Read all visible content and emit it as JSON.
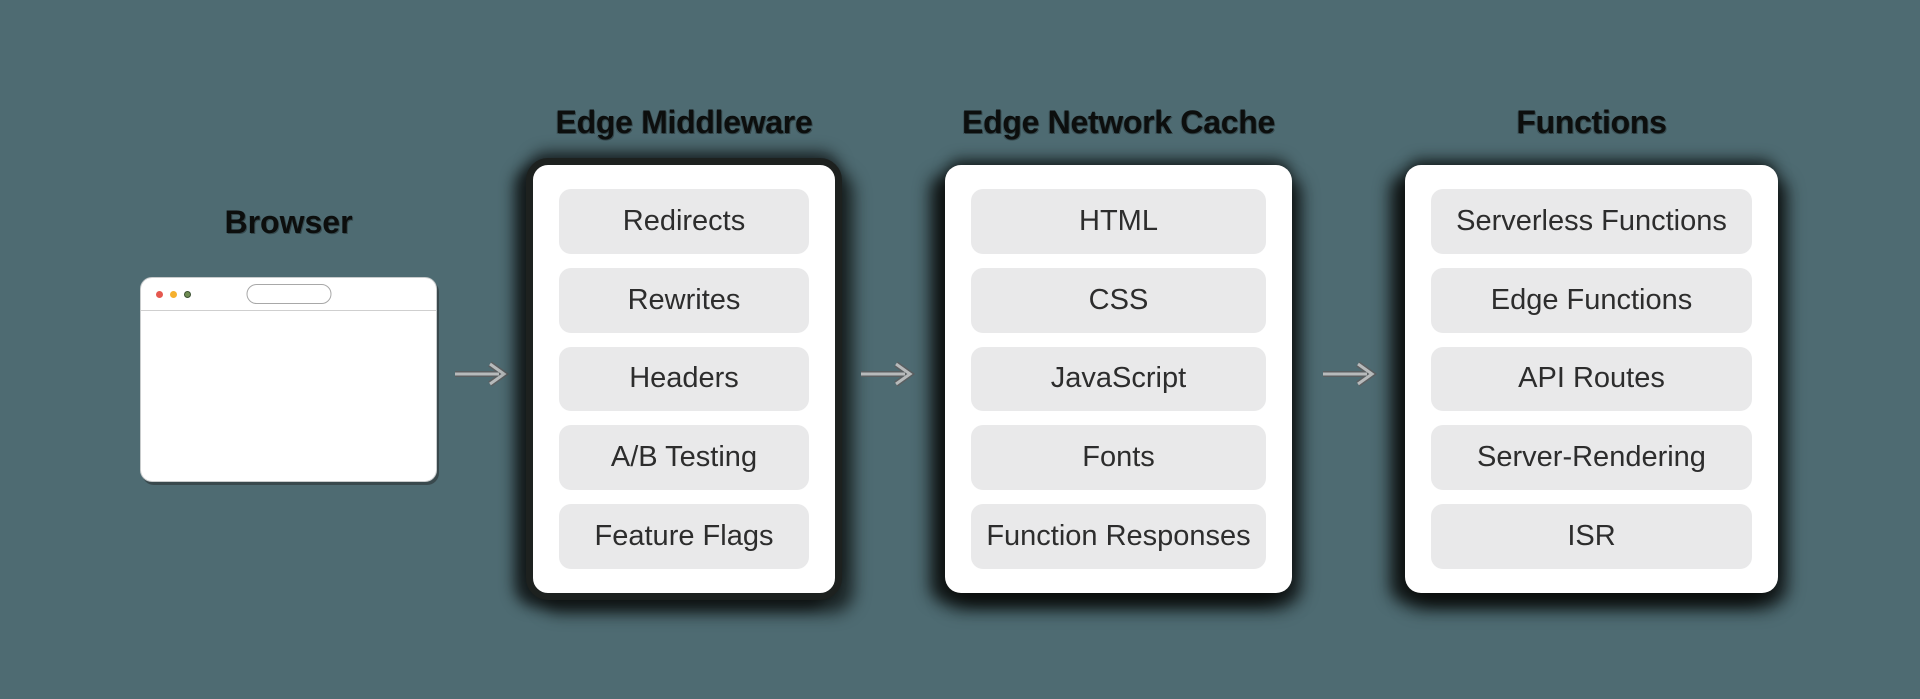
{
  "colors": {
    "bg": "#4e6b72",
    "cardBg": "#ffffff",
    "cardBorder": "#1d211f",
    "pillBg": "#e9e9ea",
    "pillText": "#2d2d2d",
    "titleText": "#0c0e0d",
    "arrowLight": "#b7babb",
    "arrowDark": "#5a5f61",
    "trafficRed": "#e5584f",
    "trafficYellow": "#f5b02e",
    "trafficGreen": "#6f8c52"
  },
  "browser": {
    "label": "Browser"
  },
  "arrows": [
    {
      "name": "browser-to-edge-middleware"
    },
    {
      "name": "edge-middleware-to-edge-network-cache"
    },
    {
      "name": "edge-network-cache-to-functions"
    }
  ],
  "columns": [
    {
      "title": "Edge Middleware",
      "highlighted": true,
      "items": [
        "Redirects",
        "Rewrites",
        "Headers",
        "A/B Testing",
        "Feature Flags"
      ]
    },
    {
      "title": "Edge Network Cache",
      "highlighted": false,
      "items": [
        "HTML",
        "CSS",
        "JavaScript",
        "Fonts",
        "Function Responses"
      ]
    },
    {
      "title": "Functions",
      "highlighted": false,
      "items": [
        "Serverless Functions",
        "Edge Functions",
        "API Routes",
        "Server-Rendering",
        "ISR"
      ]
    }
  ]
}
